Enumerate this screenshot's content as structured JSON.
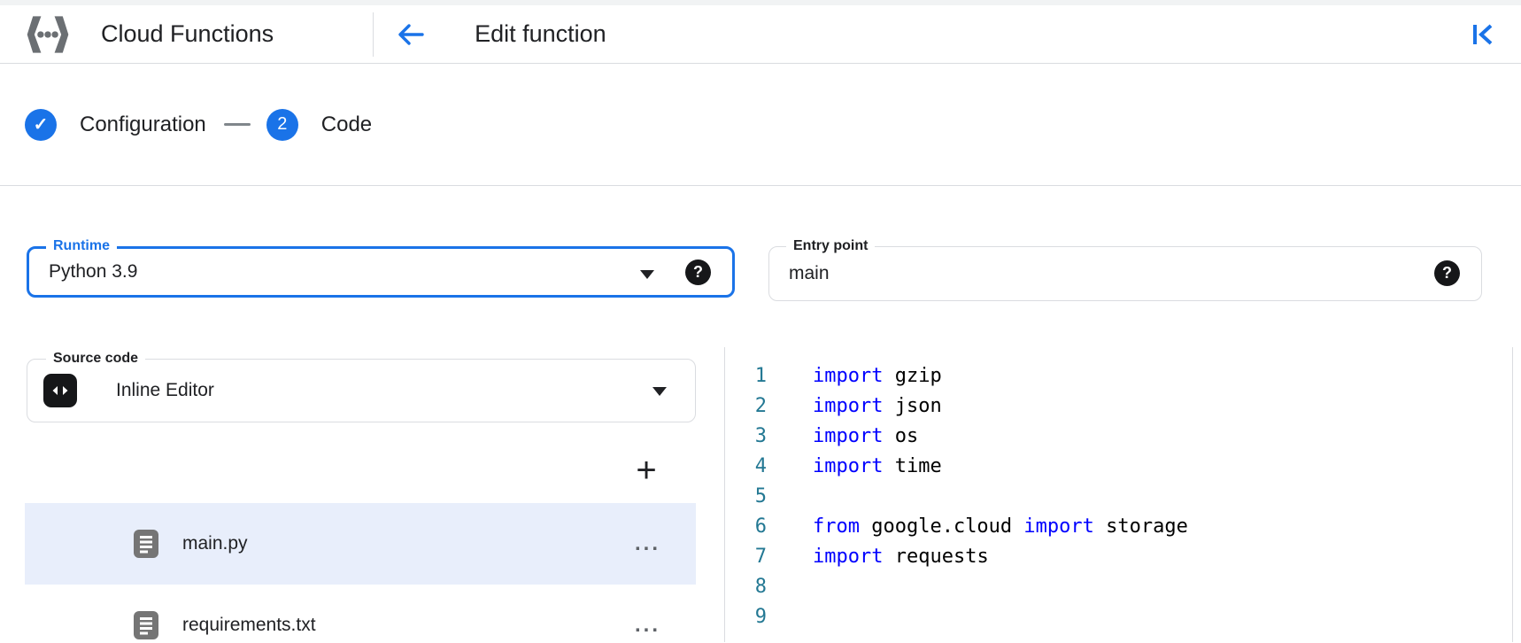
{
  "app": {
    "product_name": "Cloud Functions",
    "page_title": "Edit function"
  },
  "stepper": {
    "step1": {
      "label": "Configuration",
      "state": "completed"
    },
    "step2": {
      "number": "2",
      "label": "Code",
      "state": "current"
    }
  },
  "fields": {
    "runtime": {
      "label": "Runtime",
      "value": "Python 3.9",
      "focused": true
    },
    "entry_point": {
      "label": "Entry point",
      "value": "main"
    },
    "source_code": {
      "label": "Source code",
      "value": "Inline Editor"
    }
  },
  "file_panel": {
    "items": [
      {
        "name": "main.py",
        "selected": true
      },
      {
        "name": "requirements.txt",
        "selected": false
      }
    ]
  },
  "editor": {
    "language": "python",
    "lines": [
      [
        [
          "k",
          "import"
        ],
        [
          "p",
          " gzip"
        ]
      ],
      [
        [
          "k",
          "import"
        ],
        [
          "p",
          " json"
        ]
      ],
      [
        [
          "k",
          "import"
        ],
        [
          "p",
          " os"
        ]
      ],
      [
        [
          "k",
          "import"
        ],
        [
          "p",
          " time"
        ]
      ],
      [],
      [
        [
          "k",
          "from"
        ],
        [
          "p",
          " google.cloud "
        ],
        [
          "k",
          "import"
        ],
        [
          "p",
          " storage"
        ]
      ],
      [
        [
          "k",
          "import"
        ],
        [
          "p",
          " requests"
        ]
      ],
      [],
      []
    ]
  },
  "icons": {
    "help_glyph": "?",
    "check_glyph": "✓",
    "add_glyph": "+",
    "more_glyph": "..."
  },
  "colors": {
    "accent_blue": "#1a73e8",
    "keyword_blue": "#0000ff",
    "line_number_teal": "#237893",
    "selected_row_bg": "#e8eefb",
    "border_gray": "#dadce0",
    "icon_gray": "#757575"
  }
}
